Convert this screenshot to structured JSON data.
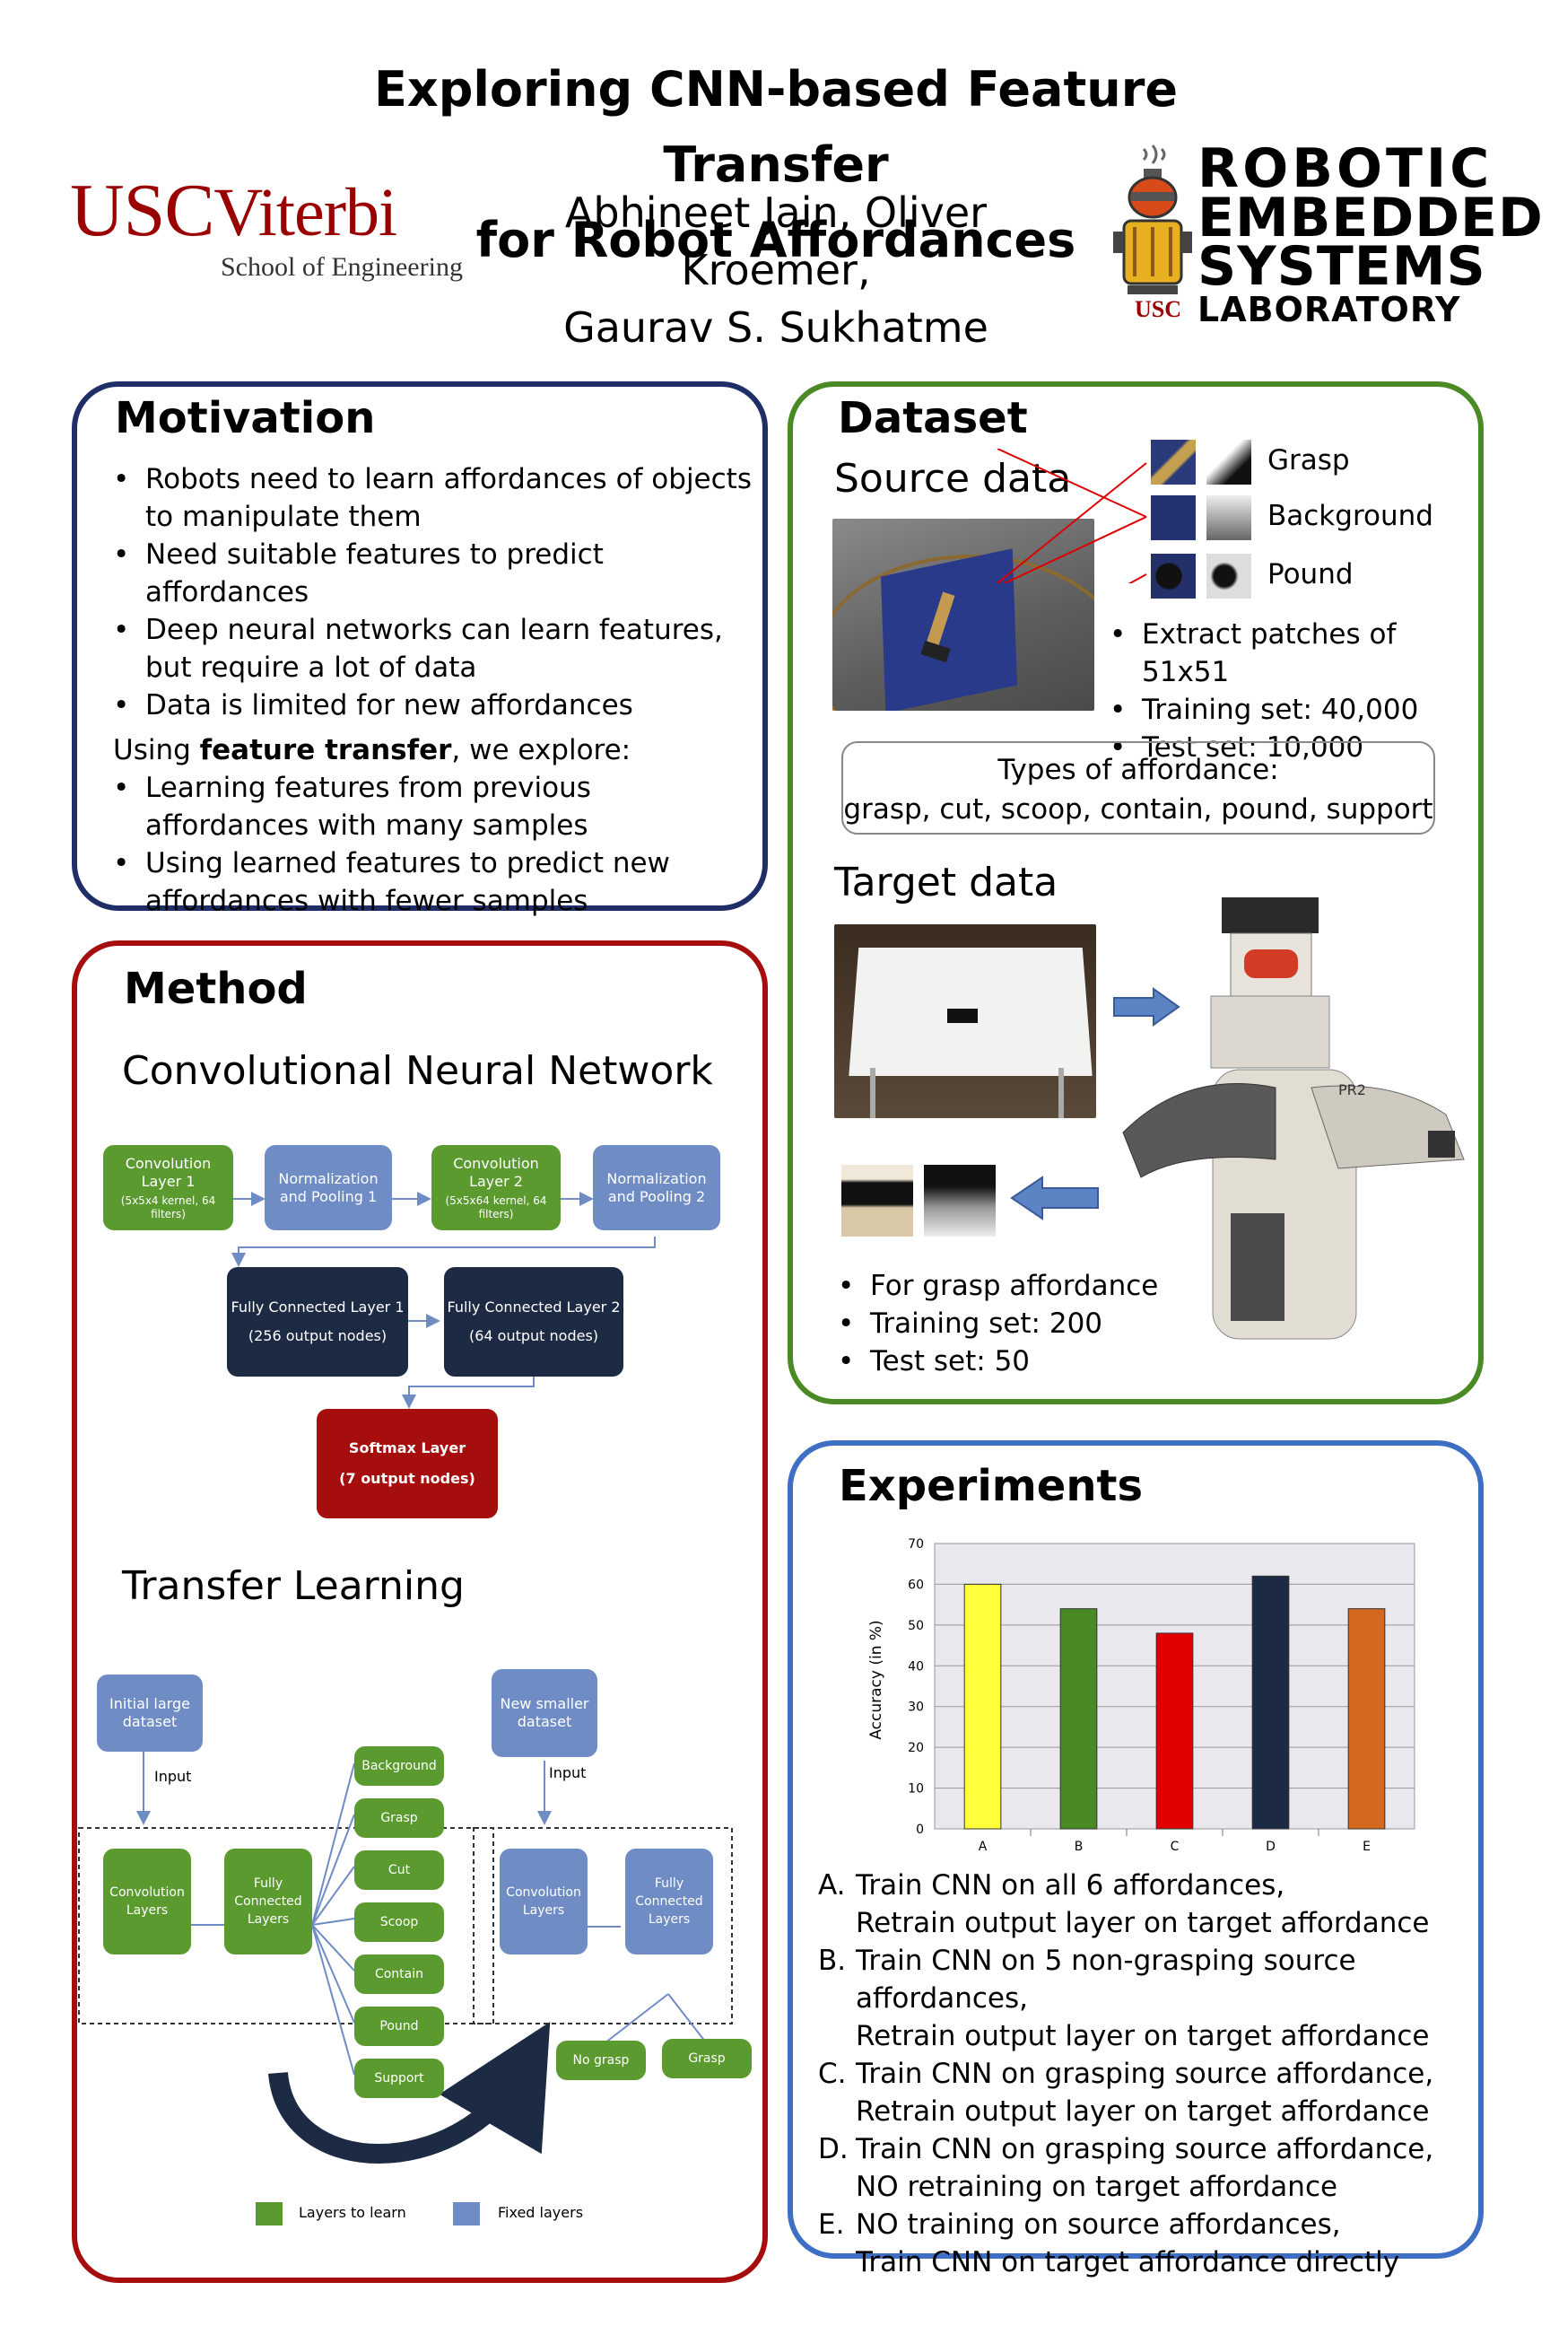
{
  "header": {
    "title_line1": "Exploring CNN-based Feature Transfer",
    "title_line2": "for Robot Affordances",
    "authors_line1": "Abhineet Jain, Oliver Kroemer,",
    "authors_line2": "Gaurav S. Sukhatme",
    "usc_logo": {
      "usc": "USC",
      "viterbi": "Viterbi",
      "school": "School of Engineering"
    },
    "lab_logo": {
      "line1": "ROBOTIC",
      "line2": "EMBEDDED",
      "line3": "SYSTEMS",
      "line4": "LABORATORY",
      "tag": "USC"
    }
  },
  "motivation": {
    "heading": "Motivation",
    "bullets": [
      "Robots need to learn affordances of objects to manipulate them",
      "Need suitable features to predict affordances",
      "Deep neural networks can learn features, but require a lot of data",
      "Data is limited for new affordances"
    ],
    "intro_pre": "Using ",
    "intro_bold": "feature transfer",
    "intro_post": ", we explore:",
    "bullets2": [
      "Learning features from previous affordances with many samples",
      "Using learned features to predict new affordances with fewer samples"
    ]
  },
  "method": {
    "heading": "Method",
    "cnn_heading": "Convolutional Neural Network",
    "cnn": {
      "conv1_title": "Convolution Layer 1",
      "conv1_sub": "(5x5x4 kernel, 64 filters)",
      "norm1": "Normalization and Pooling 1",
      "conv2_title": "Convolution Layer 2",
      "conv2_sub": "(5x5x64 kernel, 64 filters)",
      "norm2": "Normalization and Pooling 2",
      "fc1_title": "Fully Connected Layer 1",
      "fc1_sub": "(256 output nodes)",
      "fc2_title": "Fully Connected Layer 2",
      "fc2_sub": "(64 output nodes)",
      "softmax_title": "Softmax Layer",
      "softmax_sub": "(7 output nodes)"
    },
    "transfer_heading": "Transfer Learning",
    "transfer": {
      "initial": "Initial large dataset",
      "input": "Input",
      "conv_layers": "Convolution Layers",
      "fc_layers": "Fully Connected Layers",
      "outputs": [
        "Background",
        "Grasp",
        "Cut",
        "Scoop",
        "Contain",
        "Pound",
        "Support"
      ],
      "new_dataset": "New smaller dataset",
      "input2": "Input",
      "conv_layers2": "Convolution Layers",
      "fc_layers2": "Fully Connected Layers",
      "no_grasp": "No grasp",
      "grasp": "Grasp",
      "legend_learn": "Layers to learn",
      "legend_fixed": "Fixed layers"
    }
  },
  "dataset": {
    "heading": "Dataset",
    "source_heading": "Source data",
    "patch_labels": [
      "Grasp",
      "Background",
      "Pound"
    ],
    "source_bullets": [
      "Extract patches of 51x51",
      "Training set: 40,000",
      "Test set: 10,000"
    ],
    "types_title": "Types of affordance:",
    "types_list": "grasp, cut, scoop, contain, pound, support",
    "target_heading": "Target data",
    "robot_label": "PR2",
    "target_bullets": [
      "For grasp affordance",
      "Training set: 200",
      "Test set: 50"
    ]
  },
  "experiments": {
    "heading": "Experiments",
    "items": [
      {
        "key": "A.",
        "line1": "Train CNN on all 6 affordances,",
        "line2": "Retrain output layer on target affordance"
      },
      {
        "key": "B.",
        "line1": "Train CNN on 5 non-grasping source affordances,",
        "line2": "Retrain output layer on target affordance"
      },
      {
        "key": "C.",
        "line1": "Train CNN on grasping source affordance,",
        "line2": "Retrain output layer on target affordance"
      },
      {
        "key": "D.",
        "line1": "Train CNN on grasping source affordance,",
        "line2": "NO retraining on target affordance"
      },
      {
        "key": "E.",
        "line1": "NO training on source affordances,",
        "line2": "Train CNN on target affordance directly"
      }
    ]
  },
  "chart_data": {
    "type": "bar",
    "categories": [
      "A",
      "B",
      "C",
      "D",
      "E"
    ],
    "values": [
      60,
      54,
      48,
      62,
      54
    ],
    "colors": [
      "#ffff3c",
      "#4a8a24",
      "#e00000",
      "#1c2a44",
      "#d2691e"
    ],
    "ylabel": "Accuracy (in %)",
    "ylim": [
      0,
      70
    ],
    "yticks": [
      0,
      10,
      20,
      30,
      40,
      50,
      60,
      70
    ],
    "grid": true
  },
  "colors": {
    "motivation_border": "#1f2e66",
    "method_border": "#a60d0d",
    "dataset_border": "#4a8a24",
    "experiments_border": "#3e6fc4",
    "green_node": "#5a9a2e",
    "blue_node": "#6f8cc5",
    "navy_node": "#1c2a44",
    "red_node": "#a60d0d"
  }
}
